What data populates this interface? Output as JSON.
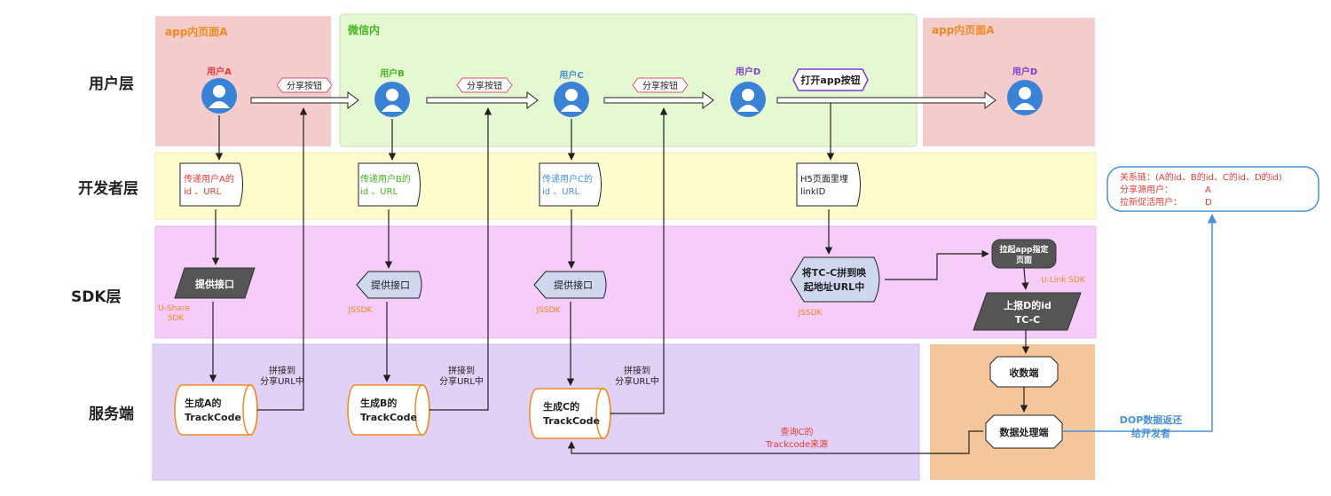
{
  "layers": {
    "user": "用户层",
    "developer": "开发者层",
    "sdk": "SDK层",
    "server": "服务端"
  },
  "regions": {
    "app_page_a_left": "app内页面A",
    "wechat": "微信内",
    "app_page_a_right": "app内页面A"
  },
  "users": {
    "a": "用户A",
    "b": "用户B",
    "c": "用户C",
    "d_wechat": "用户D",
    "d_app": "用户D"
  },
  "buttons": {
    "share_1": "分享按钮",
    "share_2": "分享按钮",
    "share_3": "分享按钮",
    "open_app": "打开app按钮"
  },
  "docs": {
    "pass_a_line1": "传递用户A的",
    "pass_a_line2": "id 、URL",
    "pass_b_line1": "传递用户B的",
    "pass_b_line2": "id 、URL",
    "pass_c_line1": "传递用户C的",
    "pass_c_line2": "id 、URL",
    "h5_line1": "H5页面里埋",
    "h5_line2": "linkID"
  },
  "sdk": {
    "provide_a": "提供接口",
    "provide_b": "提供接口",
    "provide_c": "提供接口",
    "ushare_line1": "U-Share",
    "ushare_line2": "SDK",
    "jssdk_b": "JSSDK",
    "jssdk_c": "JSSDK",
    "jssdk_d": "JSSDK",
    "splice_line1": "将TC-C拼到唤",
    "splice_line2": "起地址URL中",
    "launch_line1": "拉起app指定",
    "launch_line2": "页面",
    "ulink": "U-Link SDK",
    "report_line1": "上报D的id",
    "report_line2": "TC-C"
  },
  "server": {
    "gen_a_line1": "生成A的",
    "gen_a_line2": "TrackCode",
    "gen_b_line1": "生成B的",
    "gen_b_line2": "TrackCode",
    "gen_c_line1": "生成C的",
    "gen_c_line2": "TrackCode",
    "splice_a_line1": "拼接到",
    "splice_a_line2": "分享URL中",
    "splice_b_line1": "拼接到",
    "splice_b_line2": "分享URL中",
    "splice_c_line1": "拼接到",
    "splice_c_line2": "分享URL中",
    "query_line1": "查询C的",
    "query_line2": "Trackcode来源",
    "receiver": "收数端",
    "processor": "数据处理端",
    "dop_line1": "DOP数据返还",
    "dop_line2": "给开发者"
  },
  "result": {
    "chain": "关系链：(A的id、B的id、C的id、D的id)",
    "sharer_label": "分享源用户：",
    "sharer_value": "A",
    "new_label": "拉新促活用户：",
    "new_value": "D"
  },
  "colors": {
    "app_region": "#f5cccc",
    "wechat_region": "#e6f8d2",
    "developer_band": "#fdfccd",
    "sdk_band": "#f6ccf8",
    "server_band": "#e2d1f6",
    "server_right_band": "#f5c69b",
    "avatar": "#3a82d6",
    "orange_text": "#f08a1e",
    "green_text": "#46b41e",
    "blue_text": "#4a90d9",
    "purple_text": "#7a3bd4",
    "red_text": "#e53935",
    "dark_box": "#555555",
    "light_box": "#cfd8ef",
    "dop_line": "#4a90d9"
  }
}
